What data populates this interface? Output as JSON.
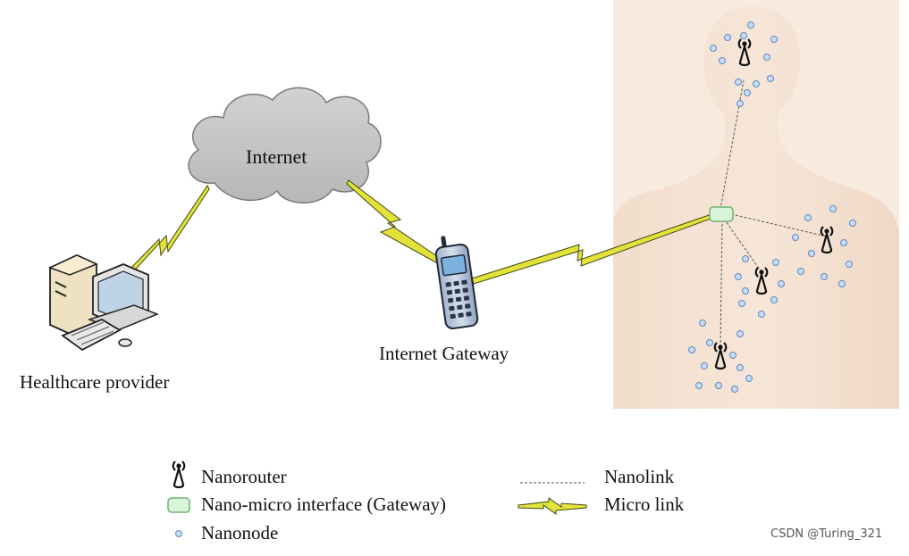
{
  "diagram": {
    "internet_label": "Internet",
    "gateway_label": "Internet Gateway",
    "provider_label": "Healthcare provider"
  },
  "legend": {
    "nanorouter": "Nanorouter",
    "interface": "Nano-micro interface (Gateway)",
    "nanonode": "Nanonode",
    "nanolink": "Nanolink",
    "microlink": "Micro link"
  },
  "watermark": "CSDN @Turing_321",
  "colors": {
    "body_skin": "#f4e2d3",
    "cloud_fill": "#c8c8c8",
    "interface_fill": "#d9f5d9",
    "interface_stroke": "#6fb36f",
    "nanonode_fill": "#c9dcf5",
    "nanonode_stroke": "#5f87c2",
    "microlink_fill": "#e3e23a",
    "microlink_stroke": "#3d4a12"
  }
}
